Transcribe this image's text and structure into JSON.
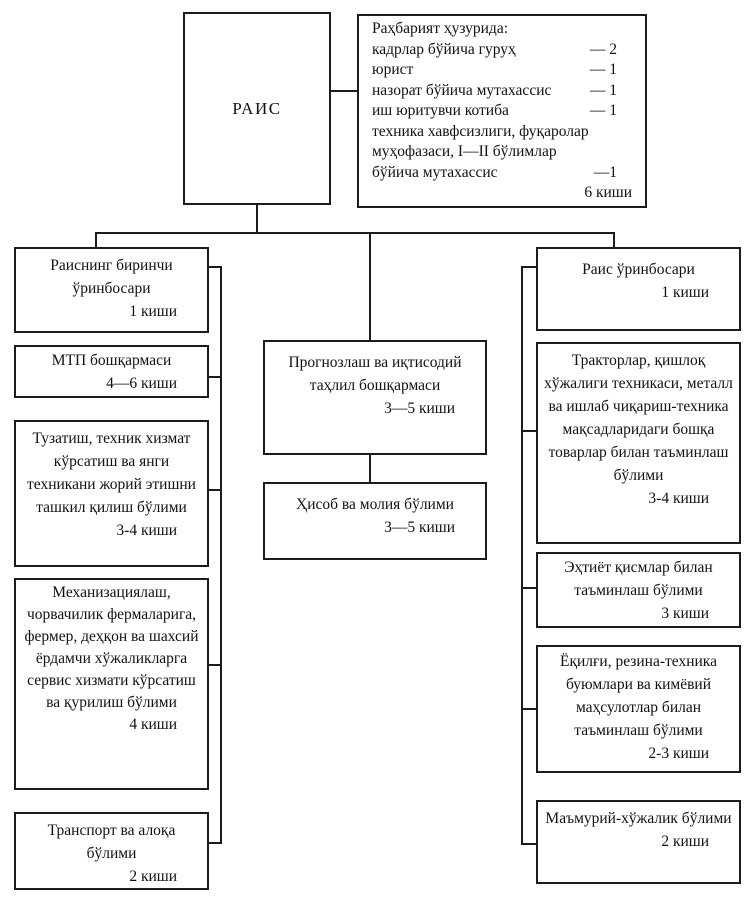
{
  "rais": {
    "label": "РАИС"
  },
  "rahbariyat": {
    "title": "Раҳбарият ҳузурида:",
    "items": [
      {
        "label": "кадрлар бўйича гуруҳ",
        "value": "— 2"
      },
      {
        "label": "юрист",
        "value": "— 1"
      },
      {
        "label": "назорат бўйича мутахассис",
        "value": "— 1"
      },
      {
        "label": "иш юритувчи котиба",
        "value": "— 1"
      },
      {
        "label": "техника хавфсизлиги, фуқаролар муҳофазаси, I—II бўлимлар бўйича мутахассис",
        "value": "—1"
      }
    ],
    "total": "6 киши"
  },
  "columns": {
    "left": [
      {
        "title": "Раиснинг биринчи ўринбосари",
        "count": "1 киши"
      },
      {
        "title": "МТП бошқармаси",
        "count": "4—6 киши"
      },
      {
        "title": "Тузатиш, техник хизмат кўрсатиш ва янги техникани жорий этишни ташкил қилиш бўлими",
        "count": "3-4 киши"
      },
      {
        "title": "Механизациялаш, чорвачилик фермаларига, фермер, деҳқон ва шахсий ёрдамчи хўжаликларга сервис хизмати кўрсатиш ва қурилиш бўлими",
        "count": "4 киши"
      },
      {
        "title": "Транспорт ва алоқа бўлими",
        "count": "2 киши"
      }
    ],
    "middle": [
      {
        "title": "Прогнозлаш ва иқтисодий таҳлил бошқармаси",
        "count": "3—5 киши"
      },
      {
        "title": "Ҳисоб ва молия бўлими",
        "count": "3—5 киши"
      }
    ],
    "right": [
      {
        "title": "Раис ўринбосари",
        "count": "1 киши"
      },
      {
        "title": "Тракторлар, қишлоқ хўжалиги техникаси, металл ва ишлаб чиқариш-техника мақсадларидаги бошқа товарлар билан таъминлаш бўлими",
        "count": "3-4 киши"
      },
      {
        "title": "Эҳтиёт қисмлар билан таъминлаш бўлими",
        "count": "3 киши"
      },
      {
        "title": "Ёқилғи, резина-техника буюмлари ва кимёвий маҳсулотлар билан таъминлаш бўлими",
        "count": "2-3 киши"
      },
      {
        "title": "Маъмурий-хўжалик бўлими",
        "count": "2 киши"
      }
    ]
  }
}
